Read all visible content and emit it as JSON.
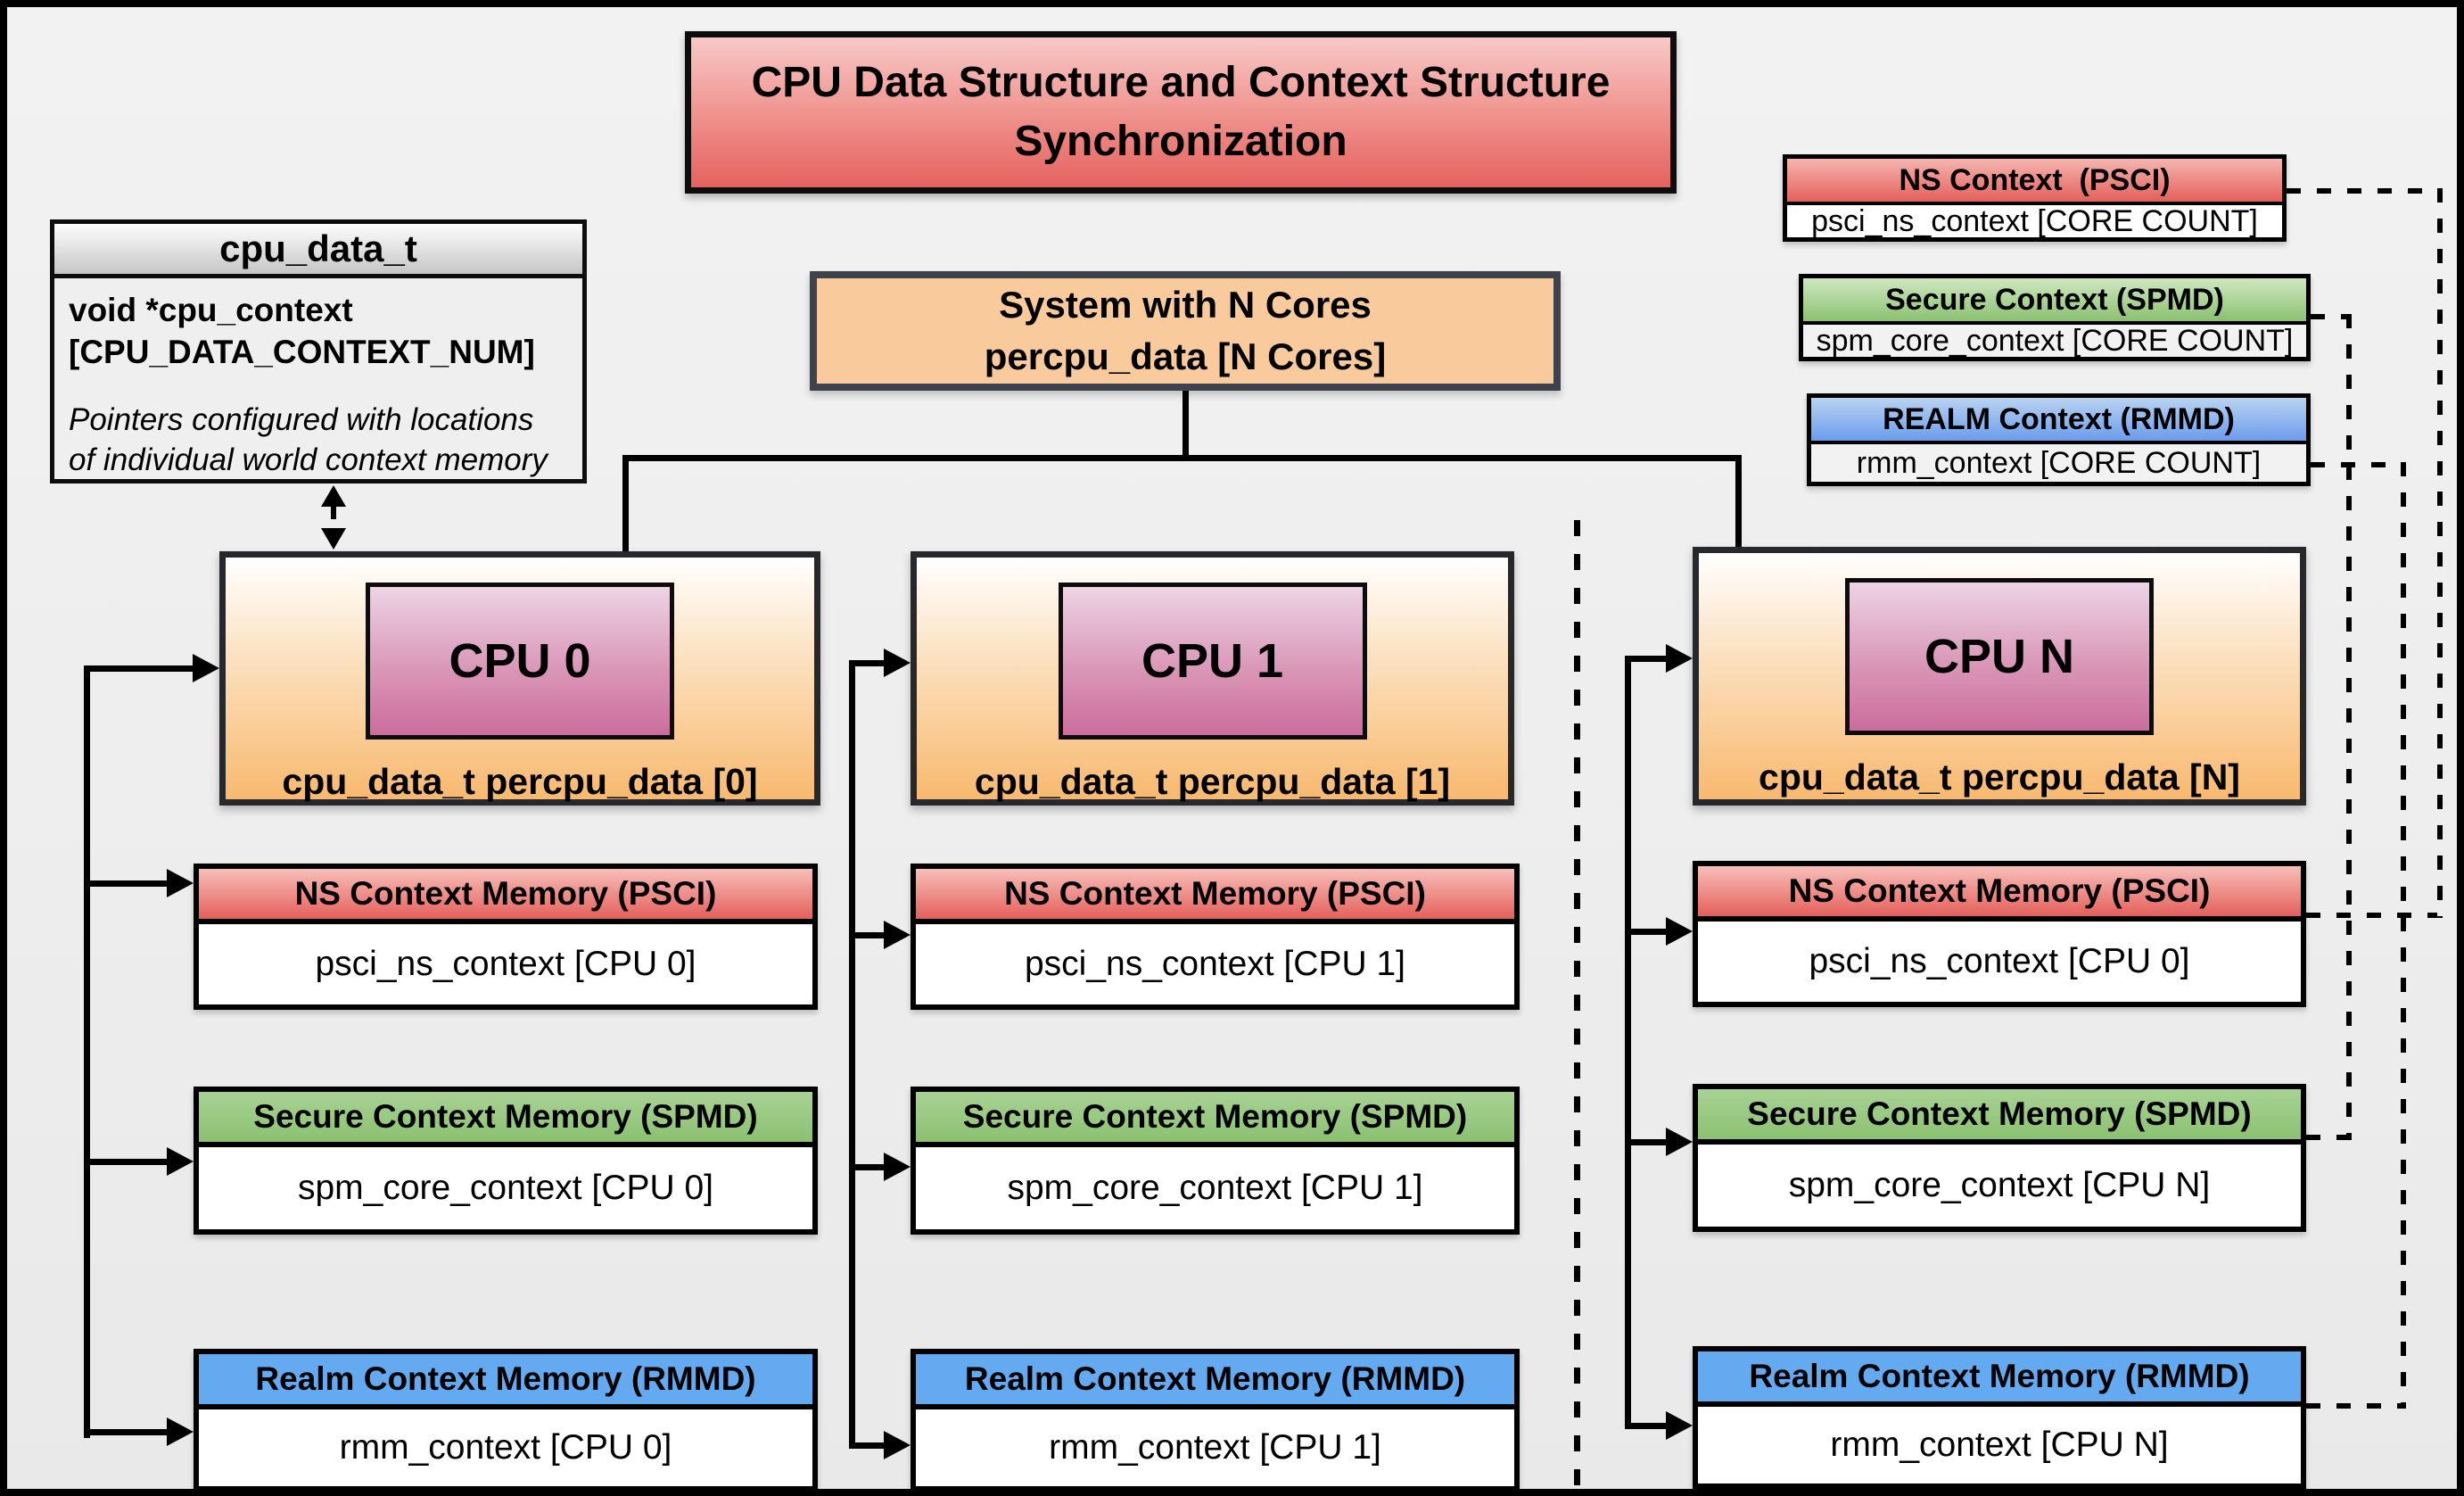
{
  "title": "CPU Data Structure and Context Structure\nSynchronization",
  "cpu_data_t": {
    "header": "cpu_data_t",
    "field": "void  *cpu_context\n[CPU_DATA_CONTEXT_NUM]",
    "note": "Pointers configured with locations\nof individual world context memory"
  },
  "system": {
    "label": "System with N Cores\npercpu_data [N Cores]"
  },
  "global_contexts": {
    "ns": {
      "header": "NS Context  (PSCI)",
      "body": "psci_ns_context [CORE COUNT]"
    },
    "secure": {
      "header": "Secure Context (SPMD)",
      "body": "spm_core_context [CORE COUNT]"
    },
    "realm": {
      "header": "REALM Context (RMMD)",
      "body": "rmm_context [CORE COUNT]"
    }
  },
  "cpus": [
    {
      "label": "CPU 0",
      "data_label": "cpu_data_t percpu_data [0]",
      "ns": {
        "header": "NS Context Memory (PSCI)",
        "body": "psci_ns_context [CPU 0]"
      },
      "secure": {
        "header": "Secure Context Memory (SPMD)",
        "body": "spm_core_context [CPU 0]"
      },
      "realm": {
        "header": "Realm Context Memory (RMMD)",
        "body": "rmm_context [CPU 0]"
      }
    },
    {
      "label": "CPU 1",
      "data_label": "cpu_data_t percpu_data [1]",
      "ns": {
        "header": "NS Context Memory (PSCI)",
        "body": "psci_ns_context [CPU 1]"
      },
      "secure": {
        "header": "Secure Context Memory (SPMD)",
        "body": "spm_core_context [CPU 1]"
      },
      "realm": {
        "header": "Realm Context Memory (RMMD)",
        "body": "rmm_context [CPU 1]"
      }
    },
    {
      "label": "CPU N",
      "data_label": "cpu_data_t percpu_data [N]",
      "ns": {
        "header": "NS Context Memory (PSCI)",
        "body": "psci_ns_context [CPU 0]"
      },
      "secure": {
        "header": "Secure Context Memory (SPMD)",
        "body": "spm_core_context [CPU N]"
      },
      "realm": {
        "header": "Realm Context Memory (RMMD)",
        "body": "rmm_context [CPU N]"
      }
    }
  ],
  "colors": {
    "title_red": "#e4625e",
    "red_header": "#e4605b",
    "green_header": "#8bc170",
    "blue_header": "#63aaf0",
    "orange_fill": "#f9cb9c",
    "cpu_pink": "#cb6d9c"
  }
}
